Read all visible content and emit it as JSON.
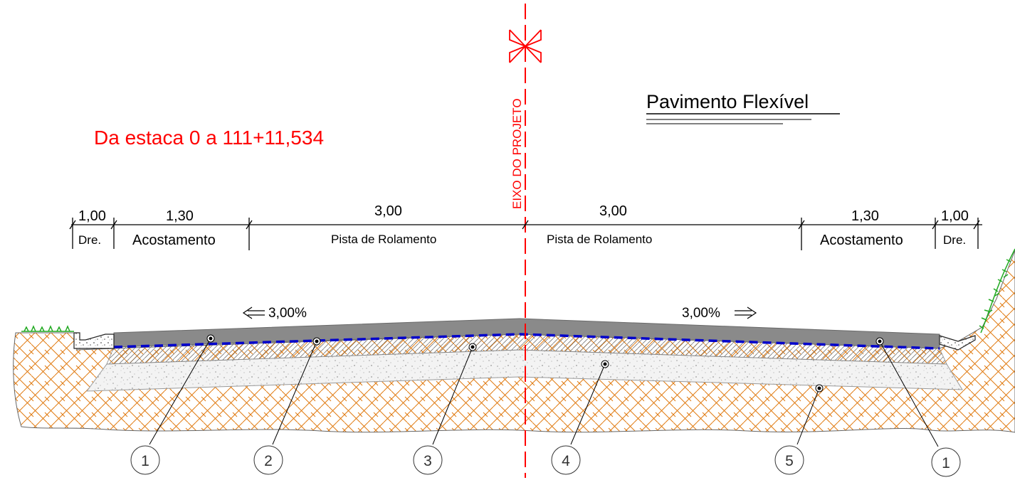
{
  "drawing": {
    "title": "Pavimento Flexível",
    "station_range": "Da estaca 0 a 111+11,534",
    "axis_label": "EIXO DO PROJETO"
  },
  "dimensions": {
    "left_drain_width": "1,00",
    "left_shoulder_width": "1,30",
    "left_lane_width": "3,00",
    "right_lane_width": "3,00",
    "right_shoulder_width": "1,30",
    "right_drain_width": "1,00"
  },
  "sections": {
    "left_drain": "Dre.",
    "left_shoulder": "Acostamento",
    "left_lane": "Pista de Rolamento",
    "right_lane": "Pista de Rolamento",
    "right_shoulder": "Acostamento",
    "right_drain": "Dre."
  },
  "slopes": {
    "left": "3,00%",
    "right": "3,00%"
  },
  "callouts": [
    "1",
    "2",
    "3",
    "4",
    "5",
    "1"
  ],
  "colors": {
    "station_text": "#ff0000",
    "axis_line": "#ff0000",
    "surface_layer": "#8a8a8a",
    "prime_coat_line": "#0000cc",
    "soil_hatch": "#e07a10",
    "grass": "#22aa22"
  }
}
